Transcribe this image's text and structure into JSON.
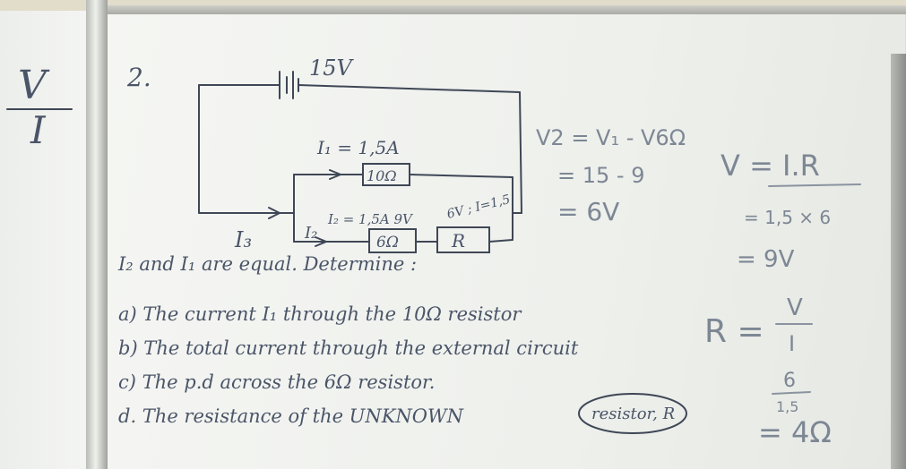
{
  "left_board": {
    "numerator": "V",
    "denominator": "I"
  },
  "question": {
    "number": "2.",
    "battery": "15V",
    "i1_label": "I₁ = 1,5A",
    "r10_label": "10Ω",
    "i2_label": "I₂ = 1,5A 9V",
    "r_box_label": "6V ; I=1,5",
    "i3_label": "I₃",
    "i2_symbol": "I₂",
    "r6_label": "6Ω",
    "r_label": "R",
    "intro": "I₂ and I₁ are equal. Determine :",
    "items": [
      "a) The current I₁ through the 10Ω resistor",
      "b) The total current through the external circuit",
      "c) The p.d across the 6Ω resistor.",
      "d. The resistance of the UNKNOWN",
      "resistor, R"
    ]
  },
  "working_mid": {
    "line1": "V2 = V₁ - V6Ω",
    "line2": "= 15 - 9",
    "line3": "= 6V"
  },
  "working_right": {
    "line1": "V = I.R",
    "line2": "= 1,5 × 6",
    "line3": "= 9V",
    "line4_lhs": "R =",
    "line4_num": "V",
    "line4_den": "I",
    "line5_num": "6",
    "line5_den": "1,5",
    "line6": "= 4Ω"
  }
}
